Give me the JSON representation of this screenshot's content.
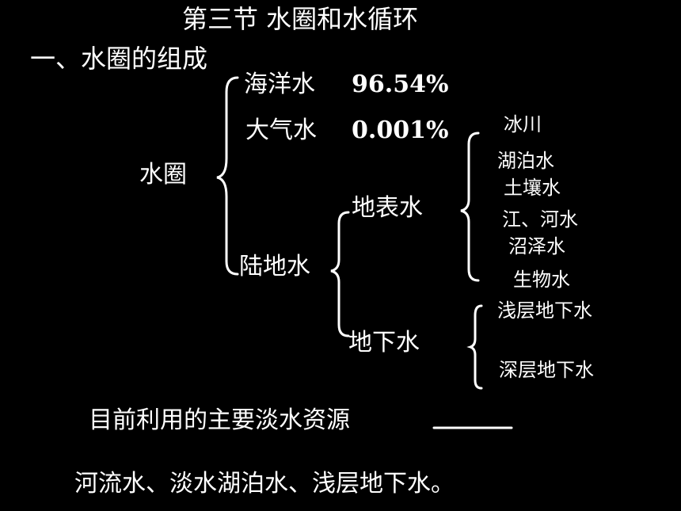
{
  "title": "第三节  水圈和水循环",
  "section_heading": "一、水圈的组成",
  "root": "水圈",
  "ocean": {
    "label": "海洋水",
    "pct": "96.54%"
  },
  "atmos": {
    "label": "大气水",
    "pct": "0.001%"
  },
  "land": "陆地水",
  "surface": "地表水",
  "surface_items": [
    "冰川",
    "湖泊水",
    "土壤水",
    "江、河水",
    "沼泽水",
    "生物水"
  ],
  "ground": "地下水",
  "ground_items": [
    "浅层地下水",
    "深层地下水"
  ],
  "question": "目前利用的主要淡水资源",
  "answer": "河流水、淡水湖泊水、浅层地下水。"
}
